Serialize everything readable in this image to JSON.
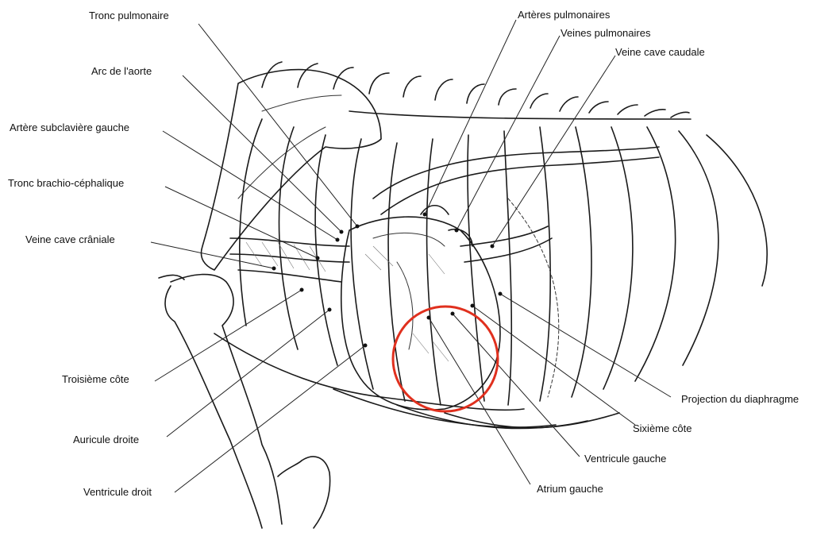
{
  "labels": {
    "tronc_pulmonaire": "Tronc pulmonaire",
    "arc_aorte": "Arc de l'aorte",
    "artere_subclaviere": "Artère subclavière gauche",
    "tronc_brachio": "Tronc brachio-céphalique",
    "veine_cave_craniale": "Veine cave crâniale",
    "troisieme_cote": "Troisième côte",
    "auricule_droite": "Auricule droite",
    "ventricule_droit": "Ventricule droit",
    "arteres_pulmonaires": "Artères pulmonaires",
    "veines_pulmonaires": "Veines pulmonaires",
    "veine_cave_caudale": "Veine cave caudale",
    "projection_diaphragme": "Projection du diaphragme",
    "sixieme_cote": "Sixième côte",
    "ventricule_gauche": "Ventricule gauche",
    "atrium_gauche": "Atrium gauche"
  },
  "highlight": {
    "color": "#e0301e",
    "shape": "circle"
  },
  "colors": {
    "ink": "#1a1a1a",
    "background": "#ffffff"
  }
}
